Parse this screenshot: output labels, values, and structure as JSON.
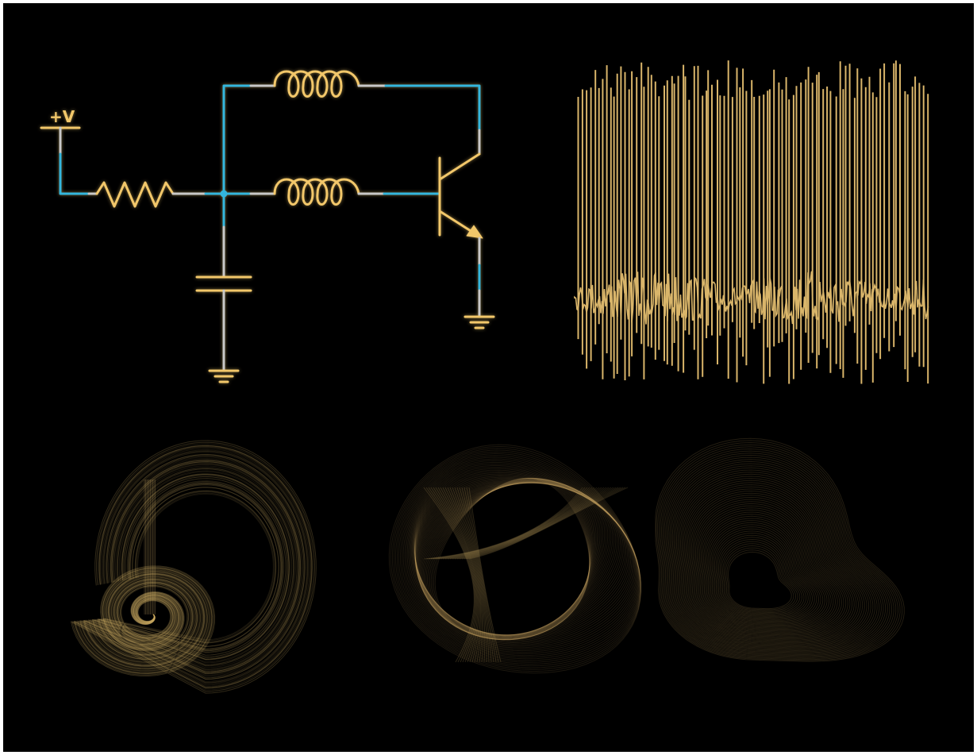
{
  "colors": {
    "background": "#000000",
    "frame": "#ffffff",
    "wire_highlight": "#33b6dd",
    "wire_plain": "#c8c8c8",
    "component": "#f2c76a",
    "trace": "#d9b56a"
  },
  "circuit": {
    "supply_label": "+V",
    "components": [
      "resistor-icon",
      "inductor-icon",
      "inductor-icon",
      "capacitor-icon",
      "npn-transistor-icon",
      "ground-icon",
      "ground-icon"
    ]
  },
  "waveform": {
    "type": "spike-train",
    "spike_count": 92,
    "bursts": 7
  },
  "attractors": [
    {
      "name": "spiral-attractor",
      "loops": 70
    },
    {
      "name": "torus-attractor",
      "loops": 60
    },
    {
      "name": "folded-attractor",
      "loops": 55
    }
  ]
}
